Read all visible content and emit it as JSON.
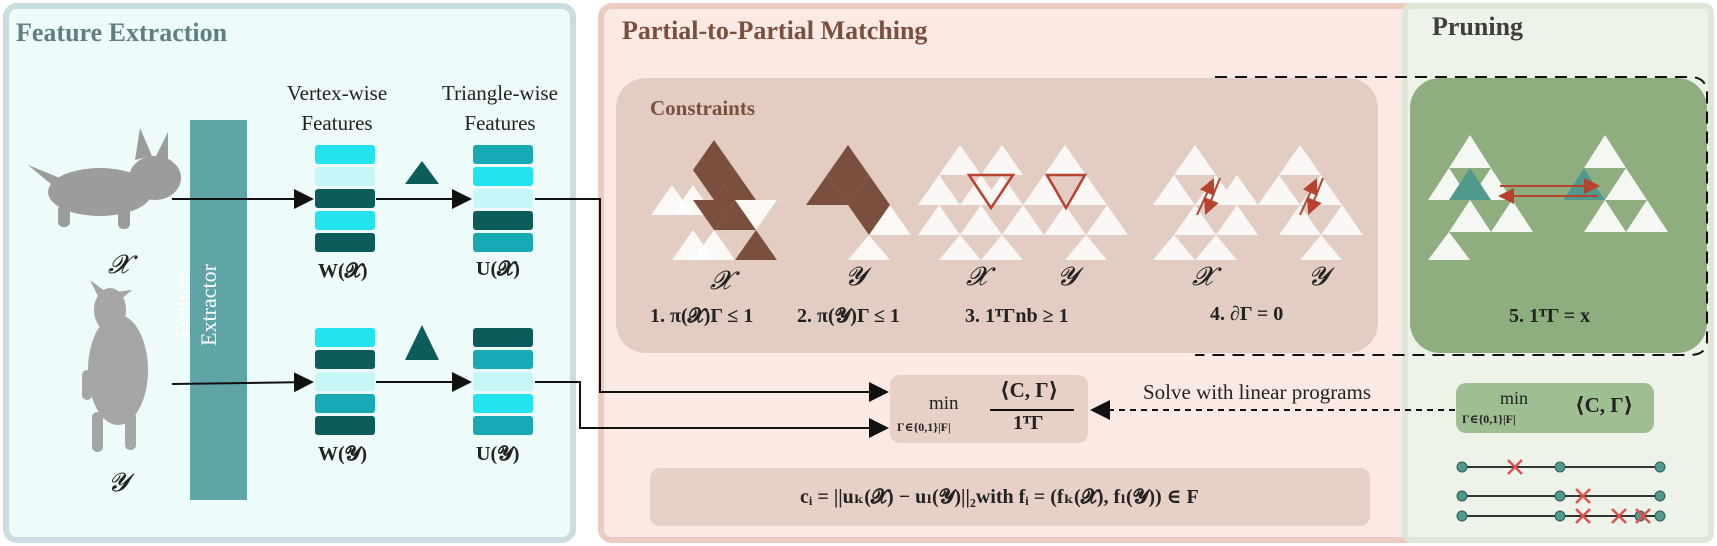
{
  "feature_extraction": {
    "title": "Feature Extraction",
    "shape_x_label": "𝓧",
    "shape_y_label": "𝓨",
    "extractor_label": "Feature Extractor",
    "vertex_header": [
      "Vertex-wise",
      "Features"
    ],
    "triangle_header": [
      "Triangle-wise",
      "Features"
    ],
    "w_x": "W(𝓧)",
    "u_x": "U(𝓧)",
    "w_y": "W(𝓨)",
    "u_y": "U(𝓨)"
  },
  "matching": {
    "title": "Partial-to-Partial  Matching",
    "constraints_title": "Constraints",
    "labels": [
      "𝓧",
      "𝓨",
      "𝓧",
      "𝓨",
      "𝓧",
      "𝓨"
    ],
    "constraint_1": "1. π(𝓧)Γ ≤ 1",
    "constraint_2": "2. π(𝓨)Γ ≤ 1",
    "constraint_3": "3. 1ᵀΓnb ≥ 1",
    "constraint_4": "4. ∂Γ = 0",
    "objective_min": "min",
    "objective_sub": "Γ∈{0,1}|F|",
    "objective_num": "⟨C, Γ⟩",
    "objective_den": "1ᵀΓ",
    "solve_label": "Solve with linear programs",
    "cost_formula": "cᵢ = ||uₖ(𝓧) − uₗ(𝓨)||₂with fᵢ = (fₖ(𝓧), fₗ(𝓨)) ∈ F"
  },
  "pruning": {
    "title": "Pruning",
    "constraint_5": "5. 1ᵀΓ = x",
    "objective_min": "min",
    "objective_sub": "Γ∈{0,1}|F|",
    "objective_body": "⟨C, Γ⟩"
  },
  "colors": {
    "feature_panel": "#edfbfb",
    "matching_panel": "#fbe9e4",
    "pruning_panel": "#eef3ea",
    "extractor": "#5fa4a6",
    "constraints_box": "#e3cdc3",
    "pruning_box": "#8fae80",
    "triangle_fill": "#7a4f3d",
    "highlight_red": "#b5432e",
    "teal_dark": "#0c5c5c",
    "teal_mid": "#17aab5",
    "teal_bright": "#22e3ee",
    "teal_light": "#c6f6f8"
  }
}
